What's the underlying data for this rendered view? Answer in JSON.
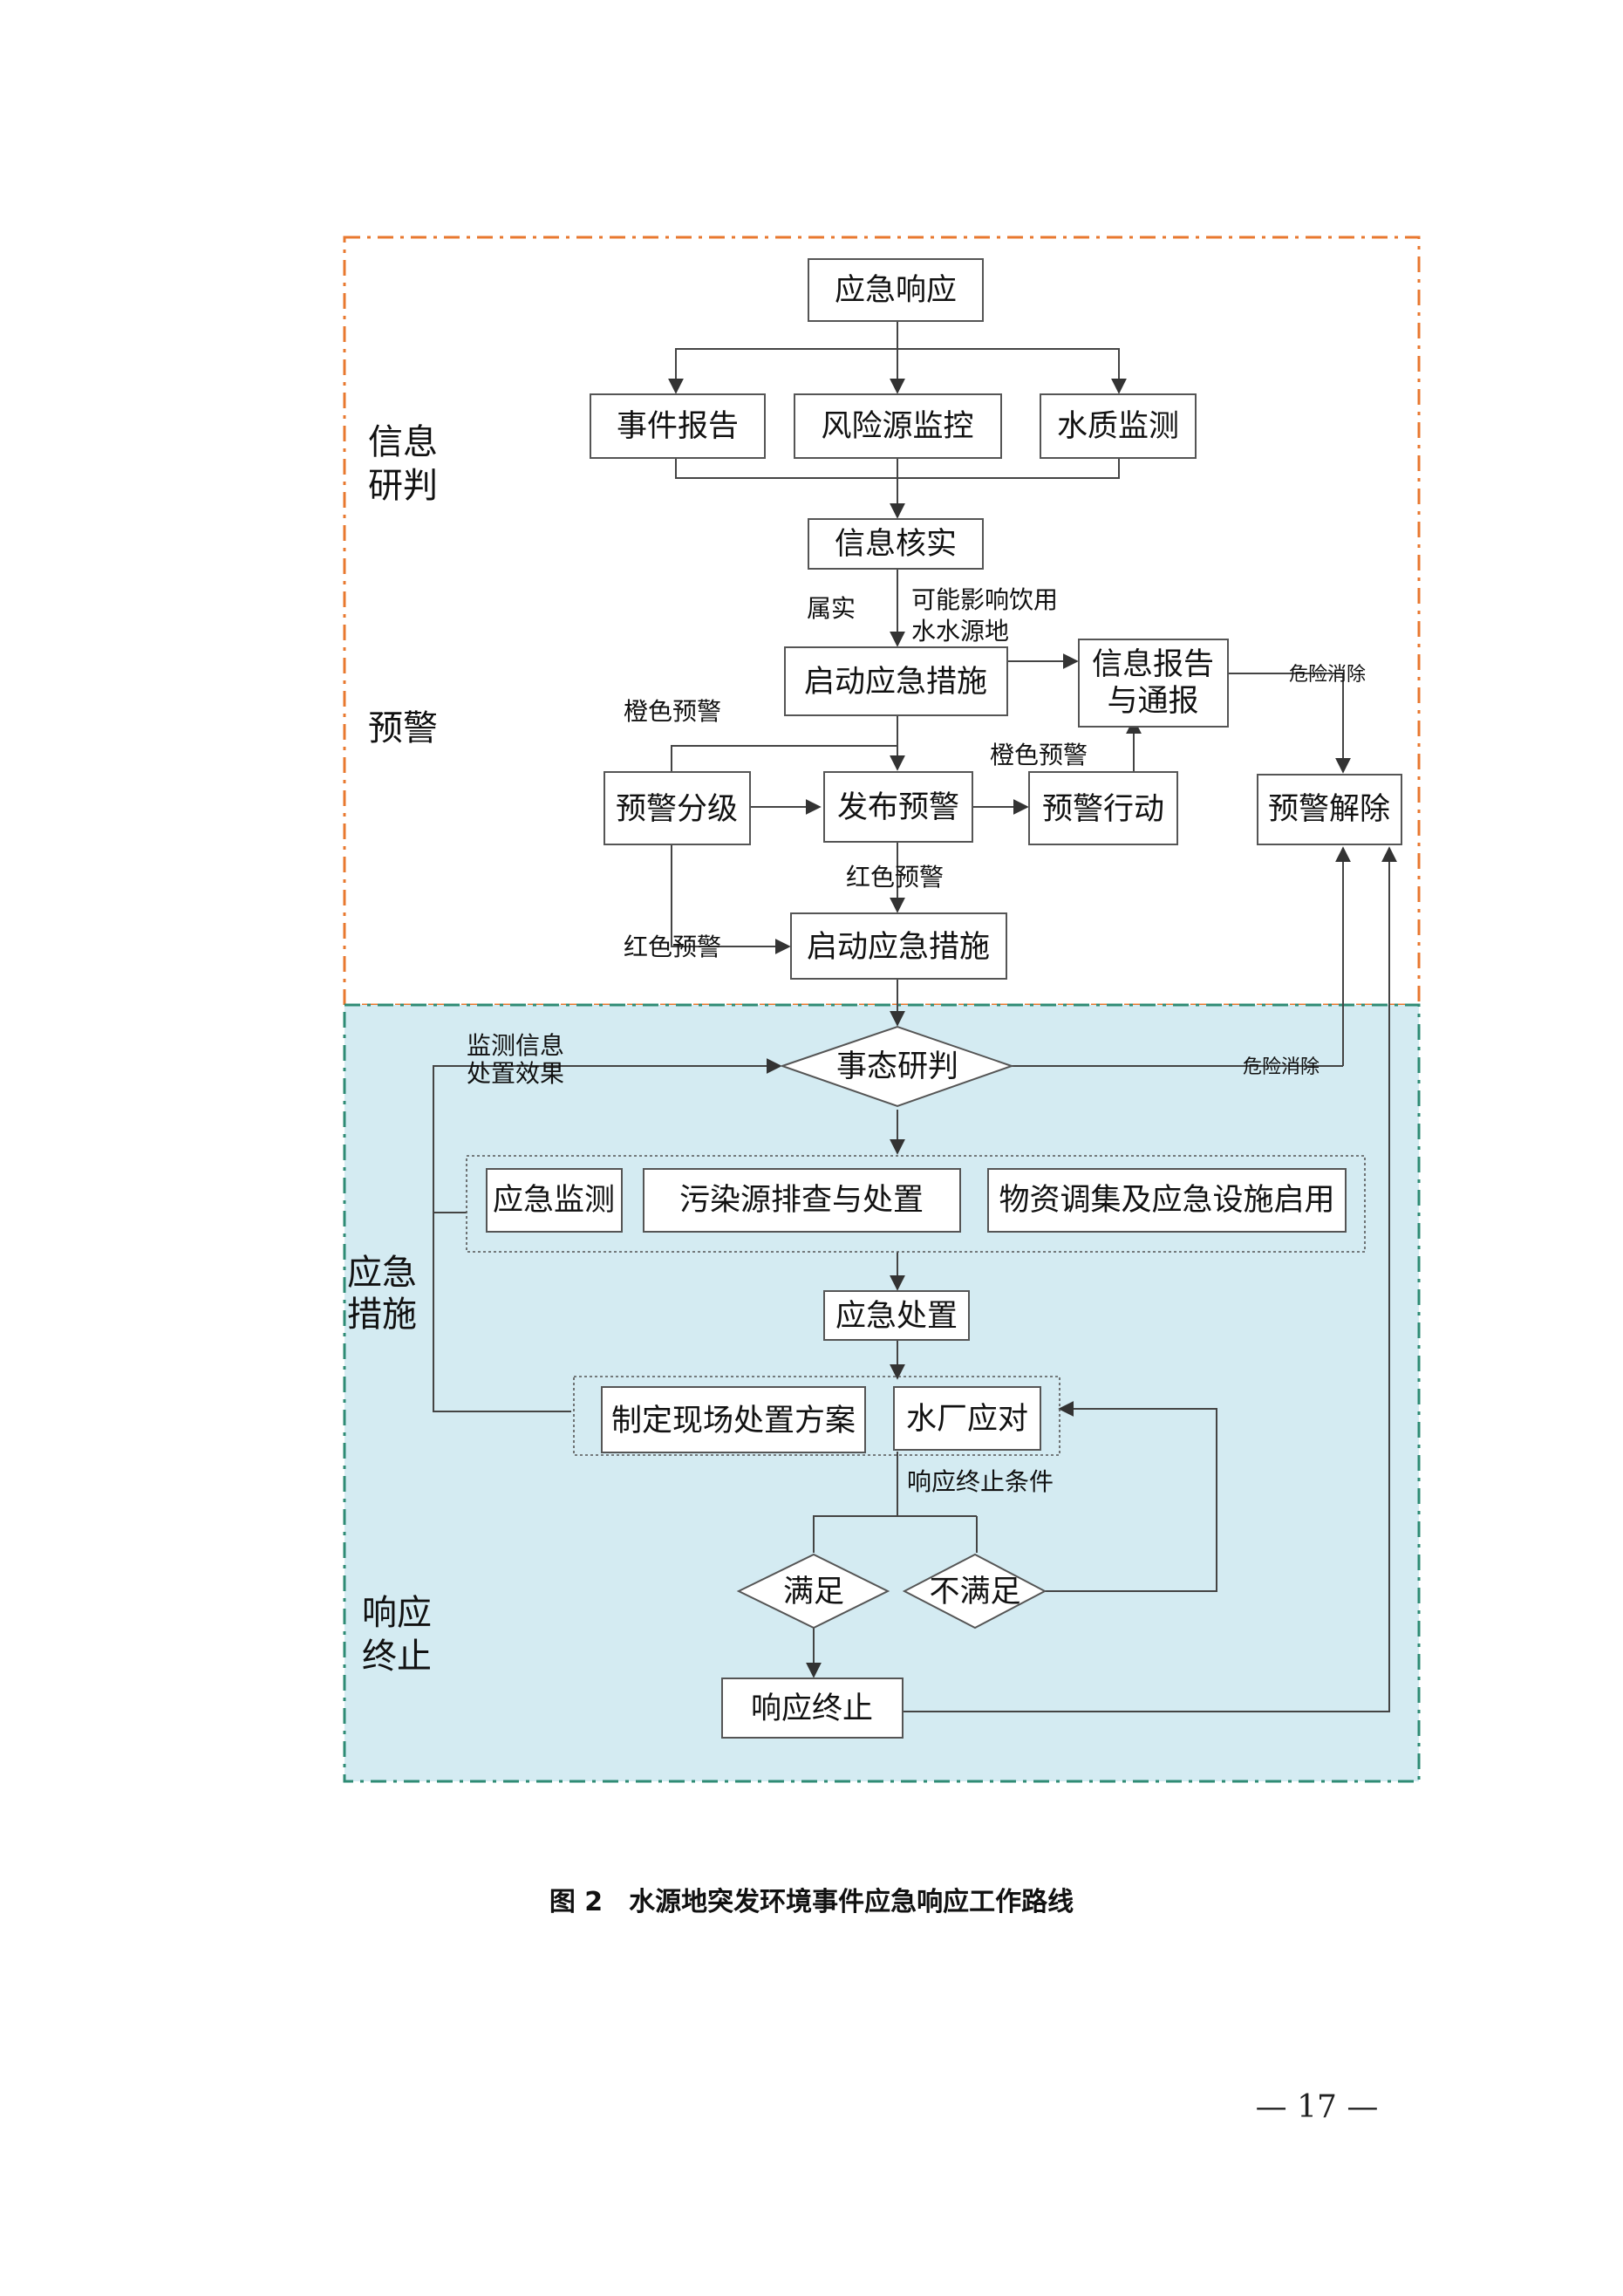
{
  "colors": {
    "zone_top_border": "#e8782f",
    "zone_bottom_border": "#2e8b74",
    "zone_bottom_fill": "#d4ebf2",
    "box_border": "#555555",
    "line": "#444444"
  },
  "phases": {
    "info_line1": "信息",
    "info_line2": "研判",
    "warning": "预警",
    "measures_line1": "应急",
    "measures_line2": "措施",
    "termination_line1": "响应",
    "termination_line2": "终止"
  },
  "nodes": {
    "emergency_response": "应急响应",
    "event_report": "事件报告",
    "risk_source_monitoring": "风险源监控",
    "water_quality_monitoring": "水质监测",
    "info_verification": "信息核实",
    "start_emergency_measures_1": "启动应急措施",
    "info_report_line1": "信息报告",
    "info_report_line2": "与通报",
    "warning_grading": "预警分级",
    "issue_warning": "发布预警",
    "warning_action": "预警行动",
    "warning_release": "预警解除",
    "start_emergency_measures_2": "启动应急措施",
    "situation_assessment": "事态研判",
    "emergency_monitoring": "应急监测",
    "pollution_source_check": "污染源排查与处置",
    "materials_dispatch": "物资调集及应急设施启用",
    "emergency_disposal": "应急处置",
    "onsite_plan": "制定现场处置方案",
    "water_plant_response": "水厂应对",
    "satisfied": "满足",
    "not_satisfied": "不满足",
    "response_termination": "响应终止"
  },
  "edge_labels": {
    "confirmed": "属实",
    "may_affect_line1": "可能影响饮用",
    "may_affect_line2": "水水源地",
    "danger_eliminated_1": "危险消除",
    "orange_warning_1": "橙色预警",
    "orange_warning_2": "橙色预警",
    "red_warning_1": "红色预警",
    "red_warning_2": "红色预警",
    "monitoring_info_line1": "监测信息",
    "monitoring_info_line2": "处置效果",
    "danger_eliminated_2": "危险消除",
    "termination_conditions": "响应终止条件"
  },
  "caption": "图 2　水源地突发环境事件应急响应工作路线",
  "page_number": "— 17 —"
}
